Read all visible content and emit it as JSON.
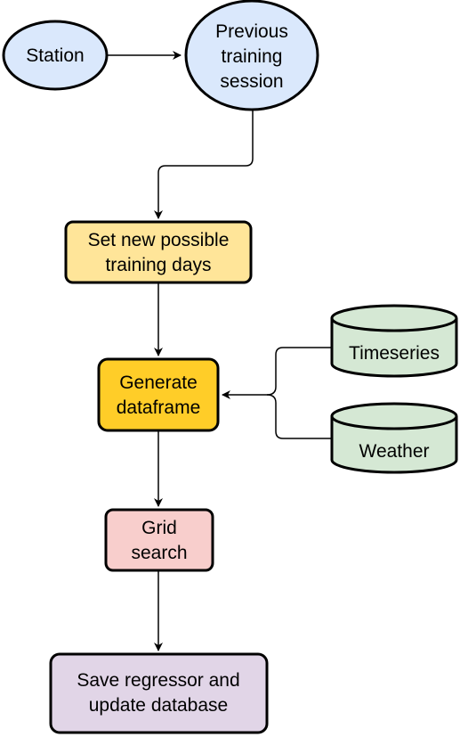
{
  "diagram": {
    "nodes": {
      "station": {
        "label": "Station",
        "shape": "ellipse",
        "fill": "#dae8fc",
        "stroke": "#000000"
      },
      "previous_training_session": {
        "label_lines": [
          "Previous",
          "training",
          "session"
        ],
        "shape": "ellipse",
        "fill": "#dae8fc",
        "stroke": "#000000"
      },
      "set_new_training_days": {
        "label_lines": [
          "Set new possible",
          "training days"
        ],
        "shape": "rounded-rect",
        "fill": "#ffe599",
        "stroke": "#000000"
      },
      "generate_dataframe": {
        "label_lines": [
          "Generate",
          "dataframe"
        ],
        "shape": "rounded-rect",
        "fill": "#ffcd28",
        "stroke": "#000000"
      },
      "timeseries": {
        "label": "Timeseries",
        "shape": "cylinder",
        "fill": "#d5e8d4",
        "stroke": "#000000"
      },
      "weather": {
        "label": "Weather",
        "shape": "cylinder",
        "fill": "#d5e8d4",
        "stroke": "#000000"
      },
      "grid_search": {
        "label_lines": [
          "Grid",
          "search"
        ],
        "shape": "rounded-rect",
        "fill": "#f8cecc",
        "stroke": "#000000"
      },
      "save_regressor": {
        "label_lines": [
          "Save regressor and",
          "update database"
        ],
        "shape": "rounded-rect",
        "fill": "#e1d5e7",
        "stroke": "#000000"
      }
    },
    "edges": [
      {
        "from": "station",
        "to": "previous_training_session"
      },
      {
        "from": "previous_training_session",
        "to": "set_new_training_days"
      },
      {
        "from": "set_new_training_days",
        "to": "generate_dataframe"
      },
      {
        "from": "timeseries",
        "to": "generate_dataframe"
      },
      {
        "from": "weather",
        "to": "generate_dataframe"
      },
      {
        "from": "generate_dataframe",
        "to": "grid_search"
      },
      {
        "from": "grid_search",
        "to": "save_regressor"
      }
    ]
  }
}
